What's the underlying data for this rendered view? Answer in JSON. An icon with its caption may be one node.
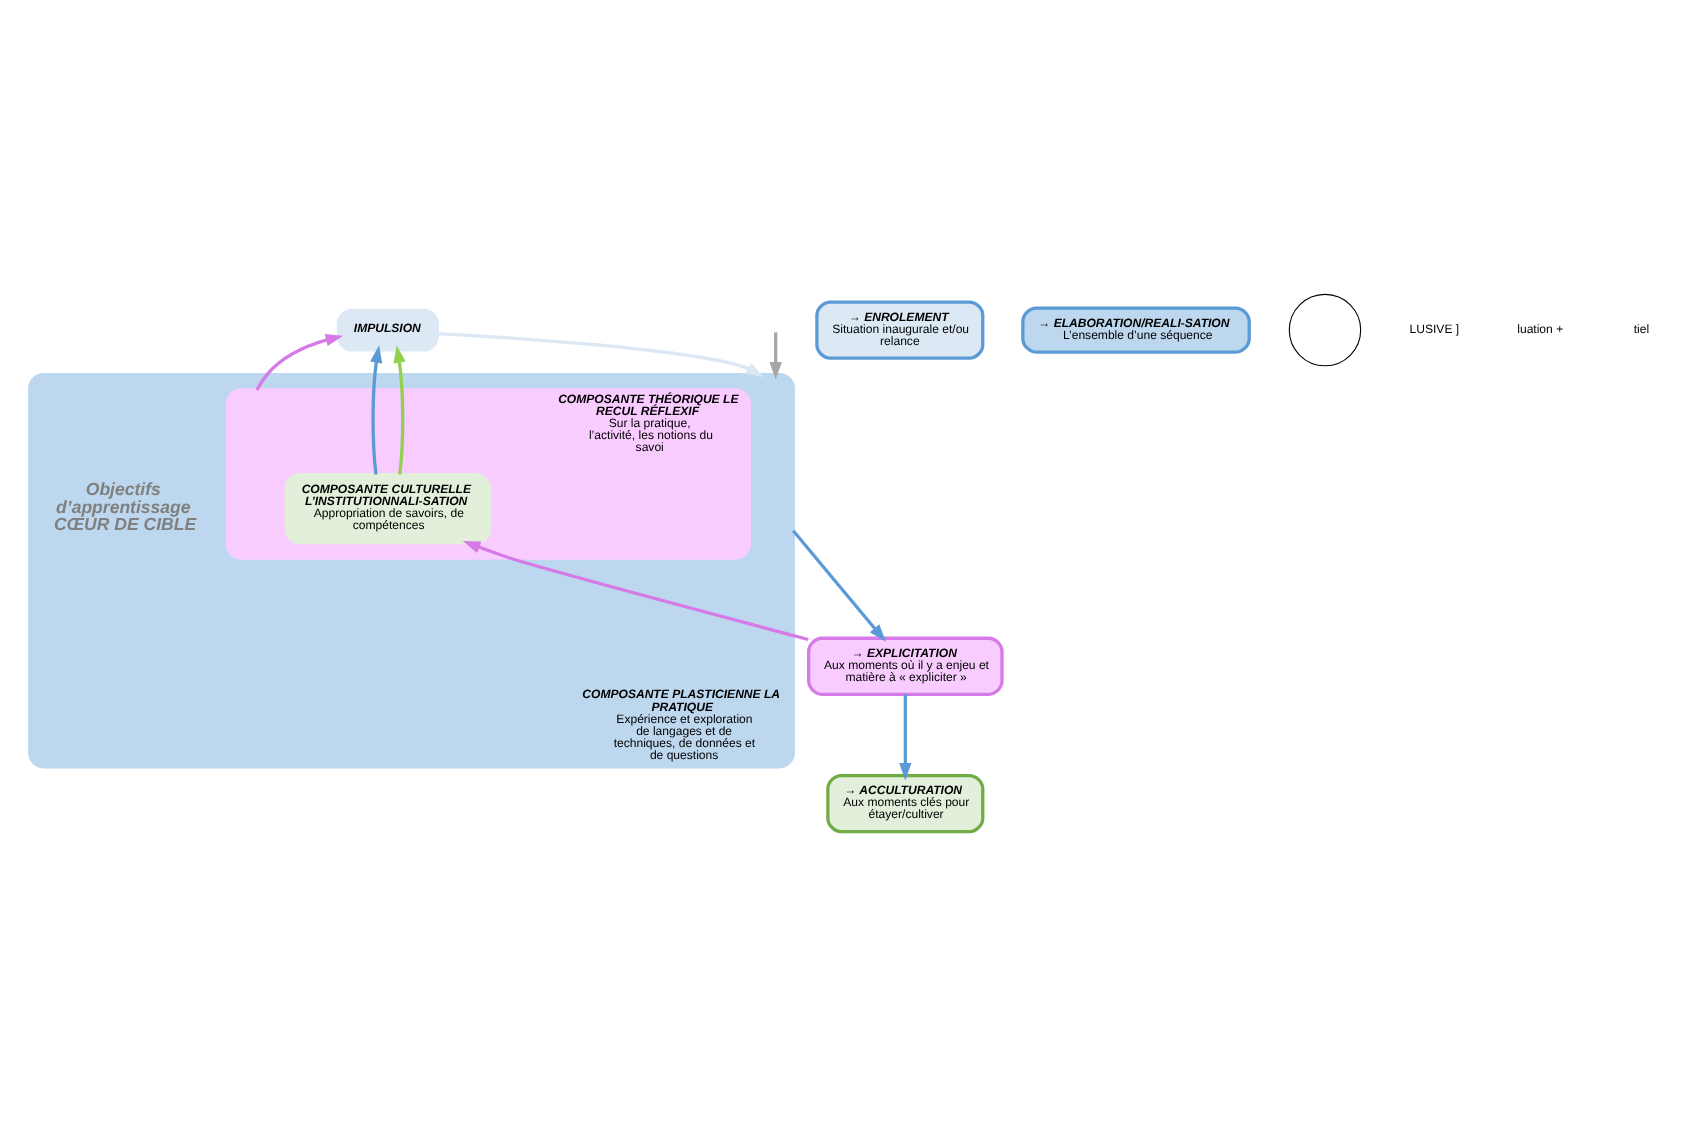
{
  "diagram": {
    "nodes": [
      {
        "text": [
          "COMPOSANTE PLASTICIENNE LA PRATIQUE",
          "Expérience et exploration de langages et de techniques, de données et de questions"
        ]
      },
      {
        "text": [
          "→ ENROLEMENT",
          "Situation inaugurale et/ou relance"
        ]
      },
      {
        "text": [
          "IMPULSION"
        ]
      },
      {
        "text": [
          "→ ELABORATION/REALI-SATION",
          "L’ensemble d’une séquence"
        ]
      },
      {
        "text": [
          "Objectifs d’apprentissage CŒUR DE CIBLE"
        ],
        "in": 0
      },
      {
        "text": [
          "COMPOSANTE THÉORIQUE LE RECUL RÉFLEXIF",
          "Sur la pratique, l’activité, les notions du savoi"
        ],
        "in": 0
      },
      {
        "text": [
          "COMPOSANTE CULTURELLE L’INSTITUTIONNALI-SATION",
          "Appropriation de savoirs, de compétences"
        ],
        "in": 5
      },
      {
        "text": [
          "→ EXPLICITATION",
          "Aux moments où il y a enjeu et matière à « expliciter »"
        ]
      },
      {
        "text": [
          "→ ACCULTURATION",
          "Aux moments clés pour étayer/cultiver"
        ]
      },
      {
        "text": [],
        "shape": "circle"
      }
    ],
    "edges": [
      {
        "from": null,
        "to": 0,
        "arrow": "to",
        "color": "#a6a6a6"
      },
      {
        "from": 2,
        "to": 0,
        "arrow": "to",
        "color": "#dce9f5"
      },
      {
        "from": 0,
        "to": 7,
        "arrow": "to",
        "color": "#5b9bd5"
      },
      {
        "from": 7,
        "to": 6,
        "arrow": "to",
        "color": "#d67ae8"
      },
      {
        "from": 7,
        "to": 8,
        "arrow": "to",
        "color": "#5b9bd5"
      },
      {
        "from": 6,
        "to": 2,
        "arrow": "to",
        "color": "#5b9bd5"
      },
      {
        "from": 6,
        "to": 2,
        "arrow": "to",
        "color": "#92d050"
      },
      {
        "from": 5,
        "to": 2,
        "arrow": "to",
        "color": "#d67ae8"
      }
    ],
    "labels": [
      "LUSIVE ]",
      "luation +",
      "tiel"
    ]
  }
}
